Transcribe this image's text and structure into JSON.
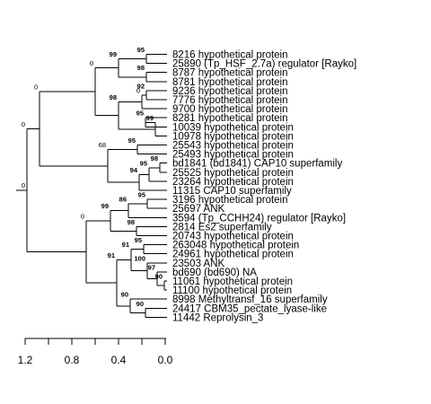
{
  "axis": {
    "ticks": [
      "1.2",
      "0.8",
      "0.4",
      "0.0"
    ]
  },
  "leaves": [
    "8216 hypothetical protein",
    "25890 (Tp_HSF_2.7a) regulator [Rayko]",
    "8787 hypothetical protein",
    "8781 hypothetical protein",
    "9236 hypothetical protein",
    "7776 hypothetical protein",
    "9700 hypothetical protein",
    "8281 hypothetical protein",
    "10039 hypothetical protein",
    "10978 hypothetical protein",
    "25543 hypothetical protein",
    "25493 hypothetical protein",
    "bd1841 (bd1841) CAP10 superfamily",
    "25525 hypothetical protein",
    "23264 hypothetical protein",
    "11315 CAP10 superfamily",
    "3196 hypothetical protein",
    "25697 ANK",
    "3594 (Tp_CCHH24) regulator [Rayko]",
    "2814 Es2 superfamily",
    "20743 hypothetical protein",
    "263048 hypothetical protein",
    "24961 hypothetical protein",
    "23503 ANK",
    "bd690 (bd690) NA",
    "11061 hypothetical protein",
    "11100 hypothetical protein",
    "8998 Methyltransf_16 superfamily",
    "24417 CBM35_pectate_lyase-like",
    "11442 Reprolysin_3"
  ],
  "bootstrap": [
    "0",
    "0",
    "99",
    "95",
    "98",
    "0",
    "98",
    "92",
    "95",
    "99",
    "0",
    "68",
    "95",
    "94",
    "95",
    "98",
    "0",
    "99",
    "86",
    "95",
    "98",
    "91",
    "91",
    "97",
    "100",
    "95",
    "90"
  ]
}
